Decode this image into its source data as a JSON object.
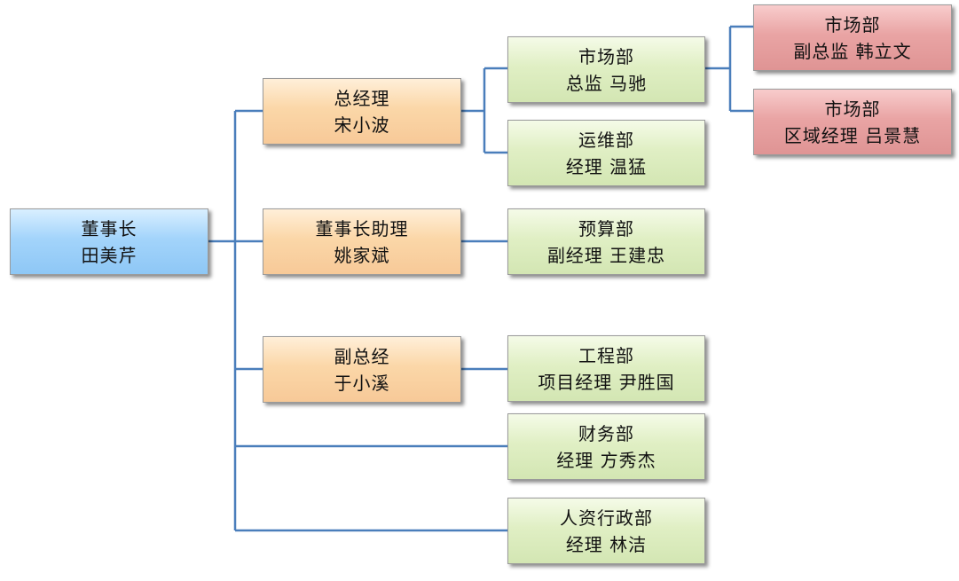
{
  "colors": {
    "connector": "#4a7ebb",
    "level1": "#a3d4fb",
    "level2": "#fbd7a8",
    "level3": "#e0efc4",
    "level4": "#e9a4a4"
  },
  "nodes": {
    "chairman": {
      "line1": "董事长",
      "line2": "田美芹"
    },
    "gm": {
      "line1": "总经理",
      "line2": "宋小波"
    },
    "assistant": {
      "line1": "董事长助理",
      "line2": "姚家斌"
    },
    "deputy_gm": {
      "line1": "副总经",
      "line2": "于小溪"
    },
    "marketing": {
      "line1": "市场部",
      "line2": "总监 马驰"
    },
    "ops": {
      "line1": "运维部",
      "line2": "经理  温猛"
    },
    "budget": {
      "line1": "预算部",
      "line2": "副经理  王建忠"
    },
    "engineering": {
      "line1": "工程部",
      "line2": "项目经理 尹胜国"
    },
    "finance": {
      "line1": "财务部",
      "line2": "经理 方秀杰"
    },
    "hr_admin": {
      "line1": "人资行政部",
      "line2": "经理 林洁"
    },
    "mkt_deputy": {
      "line1": "市场部",
      "line2": "副总监 韩立文"
    },
    "mkt_regional": {
      "line1": "市场部",
      "line2": "区域经理  吕景慧"
    }
  }
}
